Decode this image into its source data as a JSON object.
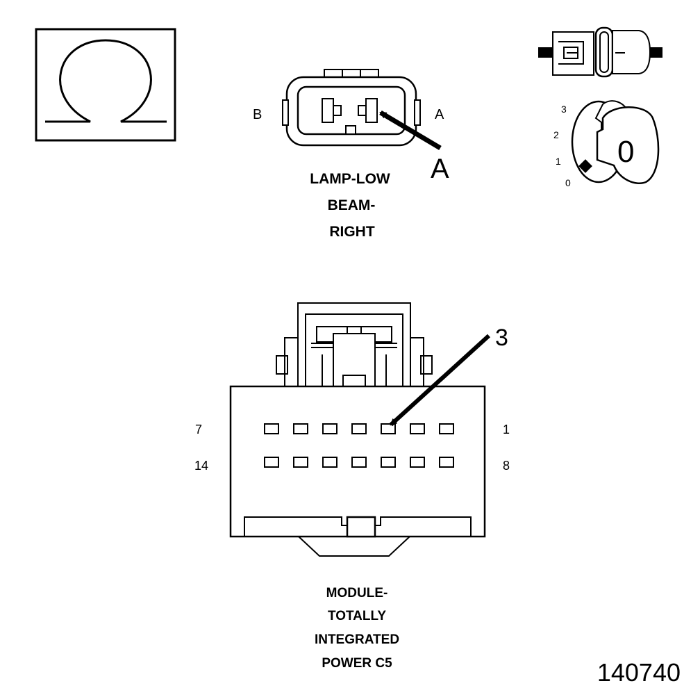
{
  "ohm_symbol": {
    "icon": "omega-ohm-icon"
  },
  "lamp_connector": {
    "label_b": "B",
    "label_a": "A",
    "callout": "A",
    "title_lines": [
      "LAMP-LOW",
      "BEAM-",
      "RIGHT"
    ]
  },
  "key_switch": {
    "positions": [
      "3",
      "2",
      "1",
      "0"
    ],
    "key_label": "0"
  },
  "module_connector": {
    "row1_left": "7",
    "row1_right": "1",
    "row2_left": "14",
    "row2_right": "8",
    "callout": "3",
    "title_lines": [
      "MODULE-",
      "TOTALLY",
      "INTEGRATED",
      "POWER C5"
    ]
  },
  "figure_number": "140740"
}
